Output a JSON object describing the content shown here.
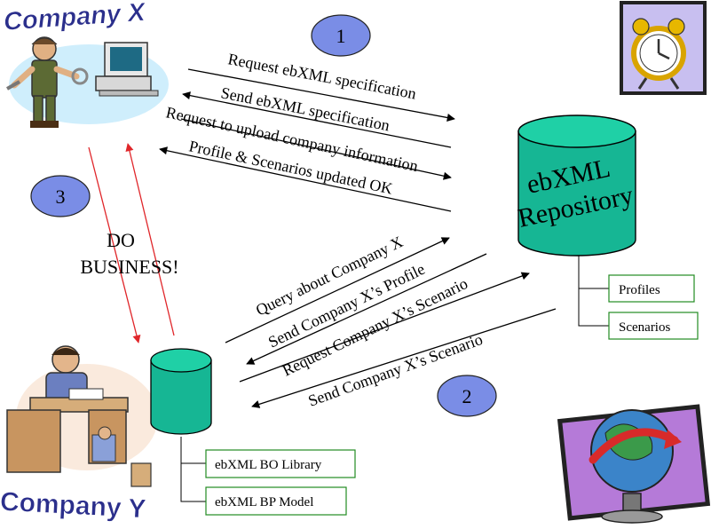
{
  "company_x": {
    "title": "Company X"
  },
  "company_y": {
    "title": "Company Y"
  },
  "steps": {
    "one": "1",
    "two": "2",
    "three": "3"
  },
  "messages": {
    "request_spec": "Request ebXML specification",
    "send_spec": "Send ebXML specification",
    "request_upload": "Request to upload company information",
    "profile_updated": "Profile & Scenarios updated OK",
    "query": "Query about Company X",
    "send_profile": "Send Company X’s Profile",
    "request_scenario": "Request Company X’s Scenario",
    "send_scenario": "Send Company X’s Scenario"
  },
  "do_business": {
    "line1": "DO",
    "line2": "BUSINESS!"
  },
  "repository": {
    "line1": "ebXML",
    "line2": "Repository",
    "items": [
      "Profiles",
      "Scenarios"
    ]
  },
  "local_db": {
    "items": [
      "ebXML BO Library",
      "ebXML BP Model"
    ]
  },
  "colors": {
    "cylinder": "#16b694",
    "cylinder_dark": "#0f9a7b",
    "step_circle": "#7a8de6",
    "arrow": "#000000",
    "do_business_arrow": "#e0262a",
    "title": "#2b2f8c"
  }
}
